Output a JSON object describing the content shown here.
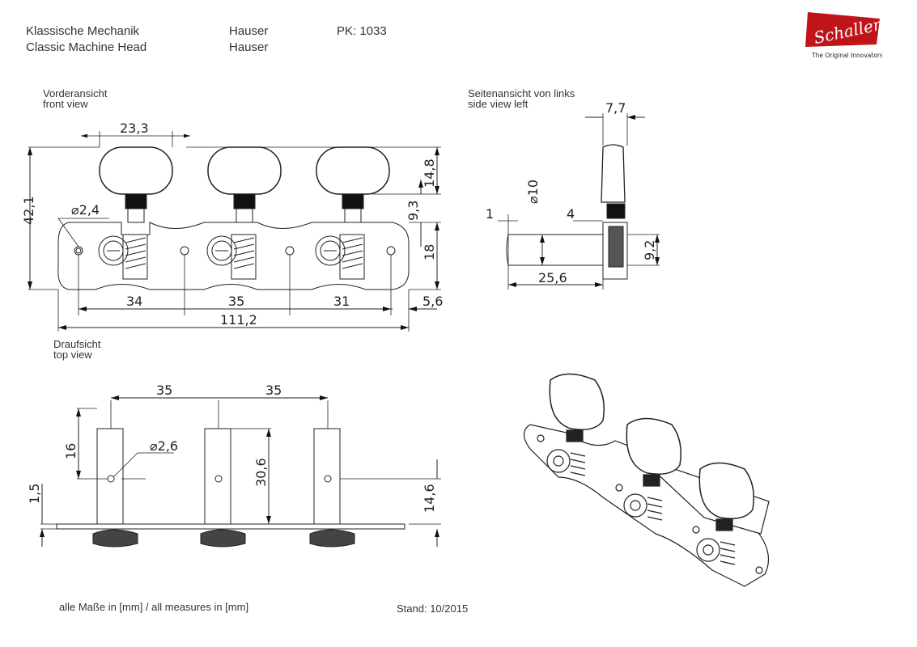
{
  "header": {
    "title_de": "Klassische Mechanik",
    "title_en": "Classic Machine Head",
    "model_de": "Hauser",
    "model_en": "Hauser",
    "pk": "PK: 1033"
  },
  "logo": {
    "brand": "Schaller",
    "tagline": "The Original Innovators",
    "color": "#c0141b"
  },
  "views": {
    "front": {
      "label_de": "Vorderansicht",
      "label_en": "front view",
      "dims": {
        "button_width": "23,3",
        "total_height": "42,1",
        "hole_dia": "2,4",
        "button_height": "14,8",
        "stem": "9,3",
        "plate_height": "18",
        "spacing1": "34",
        "spacing2": "35",
        "spacing3": "31",
        "edge": "5,6",
        "total_length": "111,2"
      }
    },
    "side": {
      "label_de": "Seitenansicht von links",
      "label_en": "side view left",
      "dims": {
        "button_thickness": "7,7",
        "shaft_dia": "10",
        "offset1": "1",
        "offset2": "4",
        "shaft_length": "25,6",
        "housing": "9,2"
      }
    },
    "top": {
      "label_de": "Draufsicht",
      "label_en": "top view",
      "dims": {
        "spacing1": "35",
        "spacing2": "35",
        "hole_dia": "2,6",
        "hole_pos": "16",
        "post_height": "30,6",
        "plate": "1,5",
        "hole_height": "14,6"
      }
    }
  },
  "footer": {
    "units": "alle Maße in [mm] / all measures in [mm]",
    "stand": "Stand: 10/2015"
  }
}
